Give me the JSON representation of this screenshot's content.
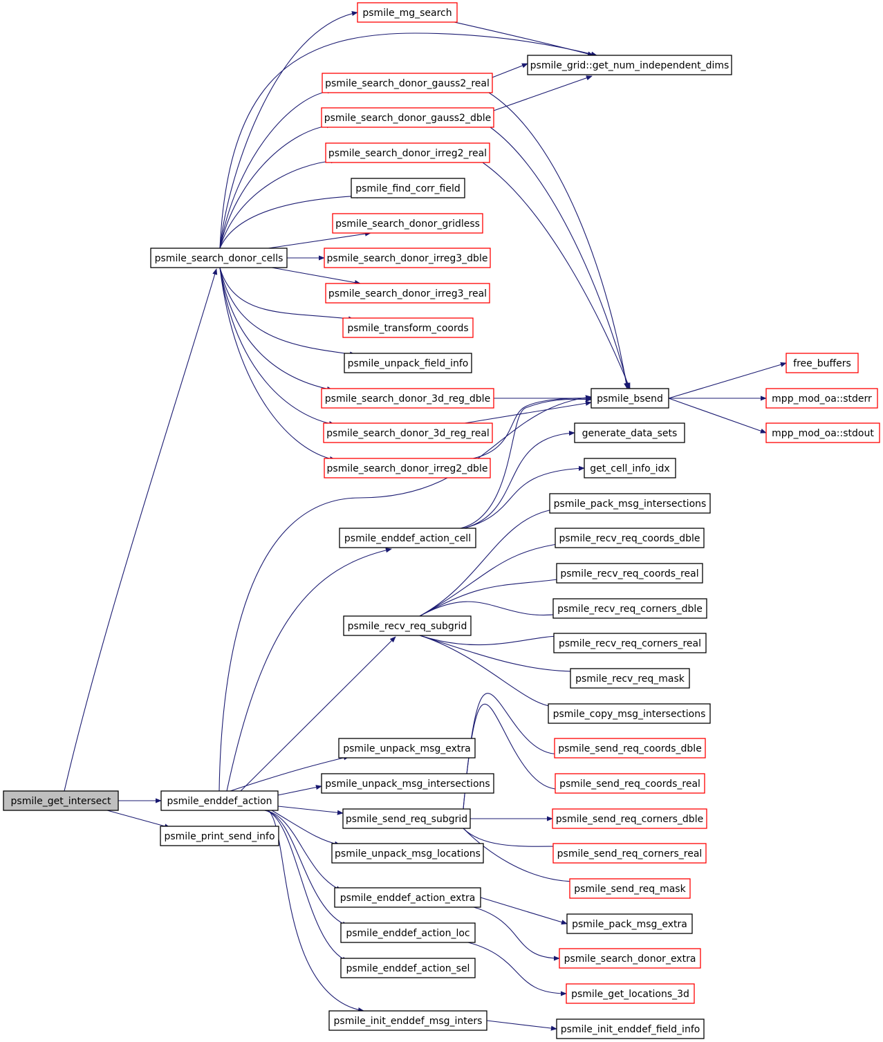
{
  "colors": {
    "edge": "#191970",
    "node_border_default": "#000000",
    "node_border_truncated": "#ff0000",
    "node_fill_root": "#bfbfbf",
    "node_fill": "#ffffff"
  },
  "nodes": [
    {
      "id": "get_intersect",
      "label": "psmile_get_intersect",
      "style": "root"
    },
    {
      "id": "search_donor_cells",
      "label": "psmile_search_donor_cells",
      "style": "normal"
    },
    {
      "id": "enddef_action",
      "label": "psmile_enddef_action",
      "style": "normal"
    },
    {
      "id": "print_send_info",
      "label": "psmile_print_send_info",
      "style": "normal"
    },
    {
      "id": "mg_search",
      "label": "psmile_mg_search",
      "style": "truncated"
    },
    {
      "id": "get_num_dims",
      "label": "psmile_grid::get_num_independent_dims",
      "style": "normal"
    },
    {
      "id": "gauss2_real",
      "label": "psmile_search_donor_gauss2_real",
      "style": "truncated"
    },
    {
      "id": "gauss2_dble",
      "label": "psmile_search_donor_gauss2_dble",
      "style": "truncated"
    },
    {
      "id": "irreg2_real",
      "label": "psmile_search_donor_irreg2_real",
      "style": "truncated"
    },
    {
      "id": "find_corr_field",
      "label": "psmile_find_corr_field",
      "style": "normal"
    },
    {
      "id": "gridless",
      "label": "psmile_search_donor_gridless",
      "style": "truncated"
    },
    {
      "id": "irreg3_dble",
      "label": "psmile_search_donor_irreg3_dble",
      "style": "truncated"
    },
    {
      "id": "irreg3_real",
      "label": "psmile_search_donor_irreg3_real",
      "style": "truncated"
    },
    {
      "id": "transform_coords",
      "label": "psmile_transform_coords",
      "style": "truncated"
    },
    {
      "id": "unpack_field_info",
      "label": "psmile_unpack_field_info",
      "style": "normal"
    },
    {
      "id": "reg3d_dble",
      "label": "psmile_search_donor_3d_reg_dble",
      "style": "truncated"
    },
    {
      "id": "reg3d_real",
      "label": "psmile_search_donor_3d_reg_real",
      "style": "truncated"
    },
    {
      "id": "irreg2_dble",
      "label": "psmile_search_donor_irreg2_dble",
      "style": "truncated"
    },
    {
      "id": "bsend",
      "label": "psmile_bsend",
      "style": "normal"
    },
    {
      "id": "free_buffers",
      "label": "free_buffers",
      "style": "truncated"
    },
    {
      "id": "stderr",
      "label": "mpp_mod_oa::stderr",
      "style": "truncated"
    },
    {
      "id": "stdout",
      "label": "mpp_mod_oa::stdout",
      "style": "truncated"
    },
    {
      "id": "generate_data_sets",
      "label": "generate_data_sets",
      "style": "normal"
    },
    {
      "id": "get_cell_info_idx",
      "label": "get_cell_info_idx",
      "style": "normal"
    },
    {
      "id": "enddef_action_cell",
      "label": "psmile_enddef_action_cell",
      "style": "normal"
    },
    {
      "id": "pack_msg_intersections",
      "label": "psmile_pack_msg_intersections",
      "style": "normal"
    },
    {
      "id": "recv_req_coords_dble",
      "label": "psmile_recv_req_coords_dble",
      "style": "normal"
    },
    {
      "id": "recv_req_coords_real",
      "label": "psmile_recv_req_coords_real",
      "style": "normal"
    },
    {
      "id": "recv_req_subgrid",
      "label": "psmile_recv_req_subgrid",
      "style": "normal"
    },
    {
      "id": "recv_req_corners_dble",
      "label": "psmile_recv_req_corners_dble",
      "style": "normal"
    },
    {
      "id": "recv_req_corners_real",
      "label": "psmile_recv_req_corners_real",
      "style": "normal"
    },
    {
      "id": "recv_req_mask",
      "label": "psmile_recv_req_mask",
      "style": "normal"
    },
    {
      "id": "copy_msg_intersections",
      "label": "psmile_copy_msg_intersections",
      "style": "normal"
    },
    {
      "id": "unpack_msg_extra",
      "label": "psmile_unpack_msg_extra",
      "style": "normal"
    },
    {
      "id": "unpack_msg_intersections",
      "label": "psmile_unpack_msg_intersections",
      "style": "normal"
    },
    {
      "id": "send_req_subgrid",
      "label": "psmile_send_req_subgrid",
      "style": "normal"
    },
    {
      "id": "unpack_msg_locations",
      "label": "psmile_unpack_msg_locations",
      "style": "normal"
    },
    {
      "id": "send_req_coords_dble",
      "label": "psmile_send_req_coords_dble",
      "style": "truncated"
    },
    {
      "id": "send_req_coords_real",
      "label": "psmile_send_req_coords_real",
      "style": "truncated"
    },
    {
      "id": "send_req_corners_dble",
      "label": "psmile_send_req_corners_dble",
      "style": "truncated"
    },
    {
      "id": "send_req_corners_real",
      "label": "psmile_send_req_corners_real",
      "style": "truncated"
    },
    {
      "id": "send_req_mask",
      "label": "psmile_send_req_mask",
      "style": "truncated"
    },
    {
      "id": "enddef_action_extra",
      "label": "psmile_enddef_action_extra",
      "style": "normal"
    },
    {
      "id": "pack_msg_extra",
      "label": "psmile_pack_msg_extra",
      "style": "normal"
    },
    {
      "id": "search_donor_extra",
      "label": "psmile_search_donor_extra",
      "style": "truncated"
    },
    {
      "id": "enddef_action_loc",
      "label": "psmile_enddef_action_loc",
      "style": "normal"
    },
    {
      "id": "get_locations_3d",
      "label": "psmile_get_locations_3d",
      "style": "truncated"
    },
    {
      "id": "enddef_action_sel",
      "label": "psmile_enddef_action_sel",
      "style": "normal"
    },
    {
      "id": "init_enddef_msg_inters",
      "label": "psmile_init_enddef_msg_inters",
      "style": "normal"
    },
    {
      "id": "init_enddef_field_info",
      "label": "psmile_init_enddef_field_info",
      "style": "normal"
    }
  ],
  "edges": [
    [
      "get_intersect",
      "search_donor_cells"
    ],
    [
      "get_intersect",
      "enddef_action"
    ],
    [
      "get_intersect",
      "print_send_info"
    ],
    [
      "search_donor_cells",
      "mg_search"
    ],
    [
      "search_donor_cells",
      "get_num_dims"
    ],
    [
      "search_donor_cells",
      "gauss2_real"
    ],
    [
      "search_donor_cells",
      "gauss2_dble"
    ],
    [
      "search_donor_cells",
      "irreg2_real"
    ],
    [
      "search_donor_cells",
      "find_corr_field"
    ],
    [
      "search_donor_cells",
      "gridless"
    ],
    [
      "search_donor_cells",
      "irreg3_dble"
    ],
    [
      "search_donor_cells",
      "irreg3_real"
    ],
    [
      "search_donor_cells",
      "transform_coords"
    ],
    [
      "search_donor_cells",
      "unpack_field_info"
    ],
    [
      "search_donor_cells",
      "reg3d_dble"
    ],
    [
      "search_donor_cells",
      "reg3d_real"
    ],
    [
      "search_donor_cells",
      "irreg2_dble"
    ],
    [
      "mg_search",
      "get_num_dims"
    ],
    [
      "gauss2_real",
      "get_num_dims"
    ],
    [
      "gauss2_dble",
      "get_num_dims"
    ],
    [
      "gauss2_real",
      "bsend"
    ],
    [
      "gauss2_dble",
      "bsend"
    ],
    [
      "irreg2_real",
      "bsend"
    ],
    [
      "reg3d_dble",
      "bsend"
    ],
    [
      "reg3d_real",
      "bsend"
    ],
    [
      "irreg2_dble",
      "bsend"
    ],
    [
      "bsend",
      "free_buffers"
    ],
    [
      "bsend",
      "stderr"
    ],
    [
      "bsend",
      "stdout"
    ],
    [
      "enddef_action",
      "bsend"
    ],
    [
      "enddef_action",
      "enddef_action_cell"
    ],
    [
      "enddef_action",
      "recv_req_subgrid"
    ],
    [
      "enddef_action",
      "unpack_msg_extra"
    ],
    [
      "enddef_action",
      "unpack_msg_intersections"
    ],
    [
      "enddef_action",
      "send_req_subgrid"
    ],
    [
      "enddef_action",
      "unpack_msg_locations"
    ],
    [
      "enddef_action",
      "enddef_action_extra"
    ],
    [
      "enddef_action",
      "enddef_action_loc"
    ],
    [
      "enddef_action",
      "enddef_action_sel"
    ],
    [
      "enddef_action",
      "init_enddef_msg_inters"
    ],
    [
      "enddef_action_cell",
      "bsend"
    ],
    [
      "enddef_action_cell",
      "generate_data_sets"
    ],
    [
      "enddef_action_cell",
      "get_cell_info_idx"
    ],
    [
      "recv_req_subgrid",
      "pack_msg_intersections"
    ],
    [
      "recv_req_subgrid",
      "recv_req_coords_dble"
    ],
    [
      "recv_req_subgrid",
      "recv_req_coords_real"
    ],
    [
      "recv_req_subgrid",
      "recv_req_corners_dble"
    ],
    [
      "recv_req_subgrid",
      "recv_req_corners_real"
    ],
    [
      "recv_req_subgrid",
      "recv_req_mask"
    ],
    [
      "recv_req_subgrid",
      "copy_msg_intersections"
    ],
    [
      "send_req_subgrid",
      "send_req_coords_dble"
    ],
    [
      "send_req_subgrid",
      "send_req_coords_real"
    ],
    [
      "send_req_subgrid",
      "send_req_corners_dble"
    ],
    [
      "send_req_subgrid",
      "send_req_corners_real"
    ],
    [
      "send_req_subgrid",
      "send_req_mask"
    ],
    [
      "enddef_action_extra",
      "pack_msg_extra"
    ],
    [
      "enddef_action_extra",
      "search_donor_extra"
    ],
    [
      "enddef_action_loc",
      "get_locations_3d"
    ],
    [
      "init_enddef_msg_inters",
      "init_enddef_field_info"
    ]
  ]
}
